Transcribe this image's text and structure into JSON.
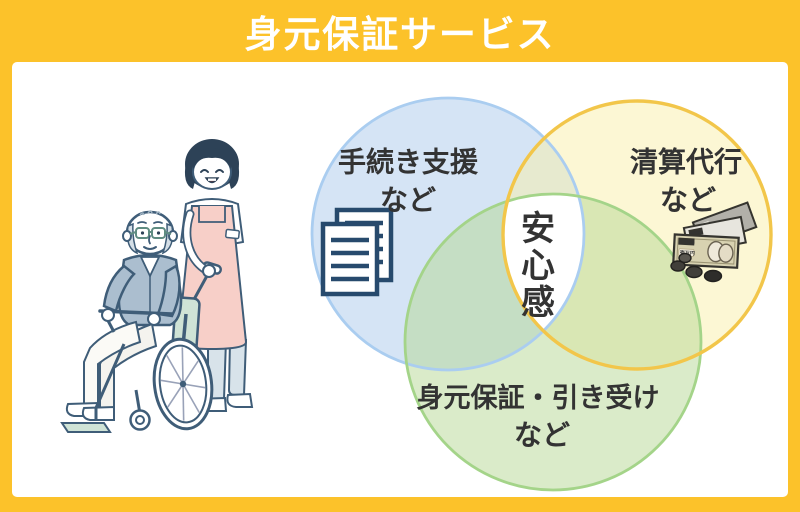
{
  "header": {
    "title": "身元保証サービス"
  },
  "palette": {
    "frame_orange": "#fcc22a",
    "panel_white": "#ffffff",
    "label_text": "#333333",
    "blue_circle_fill": "#abc9ec",
    "blue_circle_stroke": "#aacdf0",
    "yellow_circle_fill": "#f9efa9",
    "yellow_circle_stroke": "#f2c64a",
    "green_circle_fill": "#b5d894",
    "green_circle_stroke": "#a4d489",
    "center_overlap_fill": "#ffffff",
    "illustration_outline": "#3f5d78",
    "apron_pink": "#f7cfc8",
    "cardigan_blue": "#abbecf"
  },
  "venn": {
    "circles": [
      {
        "name": "procedure-support",
        "line1": "手続き支援",
        "line2": "など"
      },
      {
        "name": "settlement-agency",
        "line1": "清算代行",
        "line2": "など"
      },
      {
        "name": "identity-guarantee",
        "line1": "身元保証・引き受け",
        "line2": "など"
      }
    ],
    "center_label": {
      "text": "安心感",
      "chars": [
        "安",
        "心",
        "感"
      ]
    }
  },
  "icons": {
    "documents": {
      "name": "documents-icon"
    },
    "money": {
      "name": "money-icon",
      "front_bill_value": "10000",
      "middle_bill_value": "5000",
      "stamp": "壱万円"
    }
  },
  "illustration": {
    "name": "caregiver-pushing-elderly-man-in-wheelchair"
  }
}
